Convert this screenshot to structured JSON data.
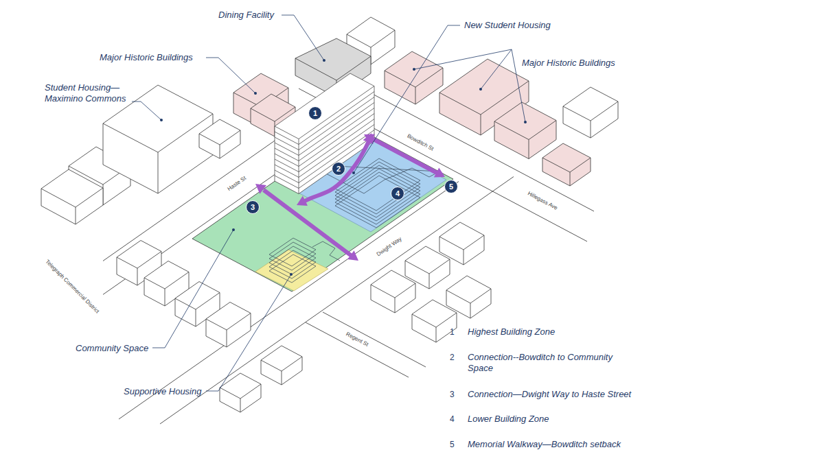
{
  "diagram": {
    "nodes": [
      {
        "text": [
          "1"
        ]
      },
      {
        "text": [
          "2"
        ]
      },
      {
        "text": [
          "3"
        ]
      },
      {
        "text": [
          "4"
        ]
      },
      {
        "text": [
          "5"
        ]
      }
    ],
    "labels": [
      "Dining Facility",
      "Major Historic Buildings",
      "Student Housing— Maximino Commons",
      "New Student Housing",
      "Major Historic Buildings",
      "Community Space",
      "Supportive Housing",
      "Haste St",
      "Bowditch St",
      "Dwight Way",
      "Hillegass Ave",
      "Regent St",
      "Telegraph Commercial District",
      "1",
      "Highest Building Zone",
      "2",
      "Connection--Bowditch to Community Space",
      "3",
      "Connection—Dwight Way to Haste Street",
      "4",
      "Lower Building Zone",
      "5",
      "Memorial Walkway—Bowditch setback"
    ]
  }
}
